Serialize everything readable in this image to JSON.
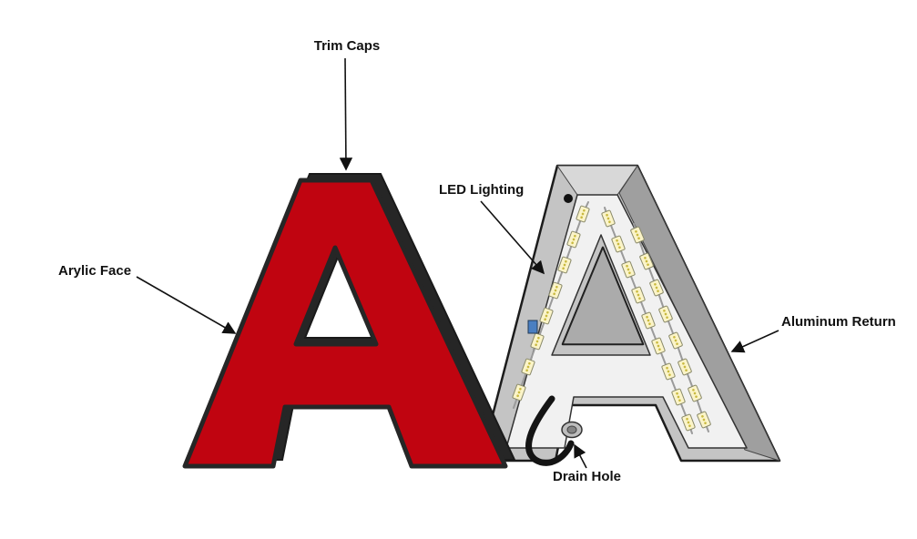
{
  "labels": {
    "trim_caps": "Trim Caps",
    "acrylic_face": "Arylic Face",
    "led_lighting": "LED Lighting",
    "aluminum_return": "Aluminum Return",
    "drain_hole": "Drain Hole"
  },
  "colors": {
    "face_red": "#C00410",
    "trim_dark": "#262626",
    "aluminum_light": "#D8D8D8",
    "aluminum_mid": "#C4C4C4",
    "aluminum_dark": "#9F9F9F",
    "aluminum_counter": "#ABABAB",
    "interior_white": "#F1F1F1",
    "led_module": "#FBF4C8",
    "background": "#FFFFFF"
  }
}
